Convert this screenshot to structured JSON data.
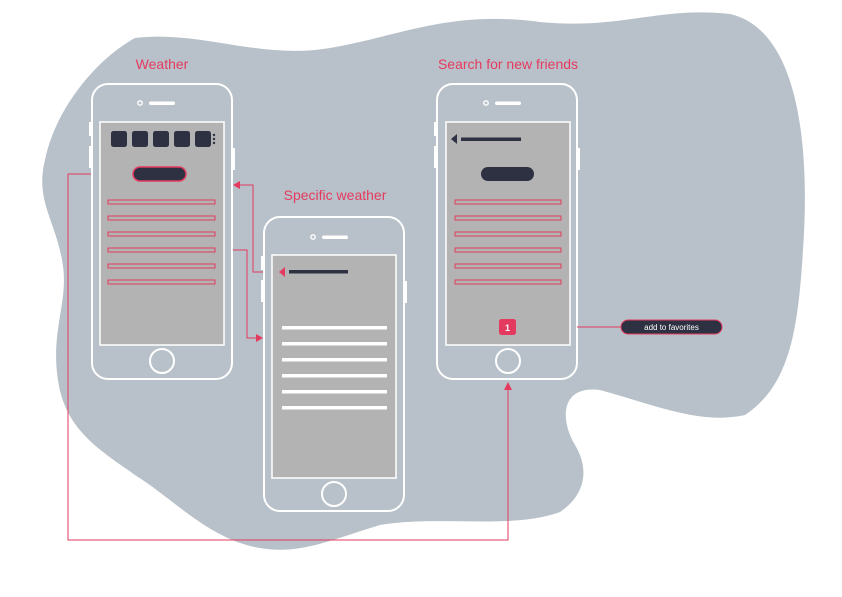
{
  "screens": {
    "weather": {
      "title": "Weather",
      "icon_count": 5
    },
    "specific_weather": {
      "title": "Specific weather"
    },
    "search_friends": {
      "title": "Search for new friends",
      "badge": "1",
      "annotation": "add to favorites"
    }
  },
  "colors": {
    "blob": "#b8c1c9",
    "phone_outline": "#ffffff",
    "screen": "#b3b3b3",
    "dark": "#2d3142",
    "accent": "#e53a5f"
  }
}
